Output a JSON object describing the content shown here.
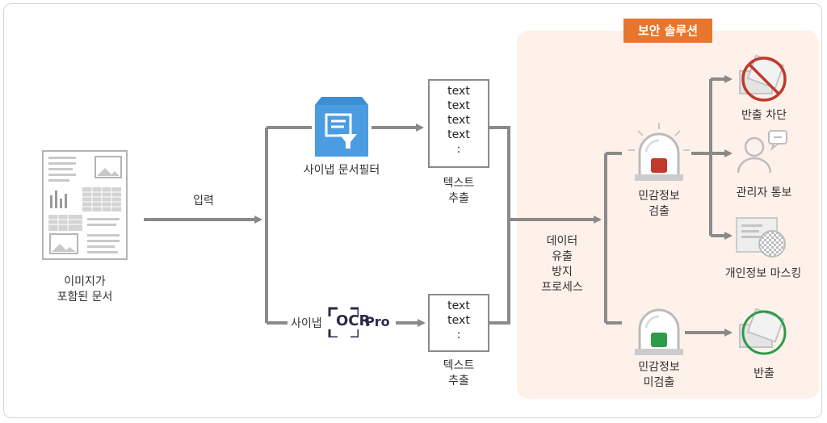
{
  "title": "보안 솔루션",
  "input_doc": {
    "label": "이미지가\n포함된 문서"
  },
  "arrow_input": {
    "label": "입력"
  },
  "filter": {
    "label": "사이냅 문서필터"
  },
  "ocr": {
    "prefix": "사이냅",
    "word": "OCR",
    "suffix": "Pro"
  },
  "text_box_top": {
    "lines": [
      "text",
      "text",
      "text",
      "text",
      ":"
    ],
    "caption": "텍스트\n추출"
  },
  "text_box_bottom": {
    "lines": [
      "text",
      "text",
      ":"
    ],
    "caption": "텍스트\n추출"
  },
  "process": {
    "label": "데이터\n유출\n방지\n프로세스"
  },
  "detected": {
    "label": "민감정보\n검출"
  },
  "undetected": {
    "label": "민감정보\n미검출"
  },
  "outcomes": {
    "block": "반출 차단",
    "notify": "관리자 통보",
    "mask": "개인정보 마스킹",
    "export": "반출"
  },
  "colors": {
    "accent": "#e8762c",
    "zone": "#fdf1ea",
    "arrow": "#8a8a8a",
    "filter_blue": "#3a8fd6",
    "red": "#c0392b",
    "green": "#2e9a4a"
  }
}
